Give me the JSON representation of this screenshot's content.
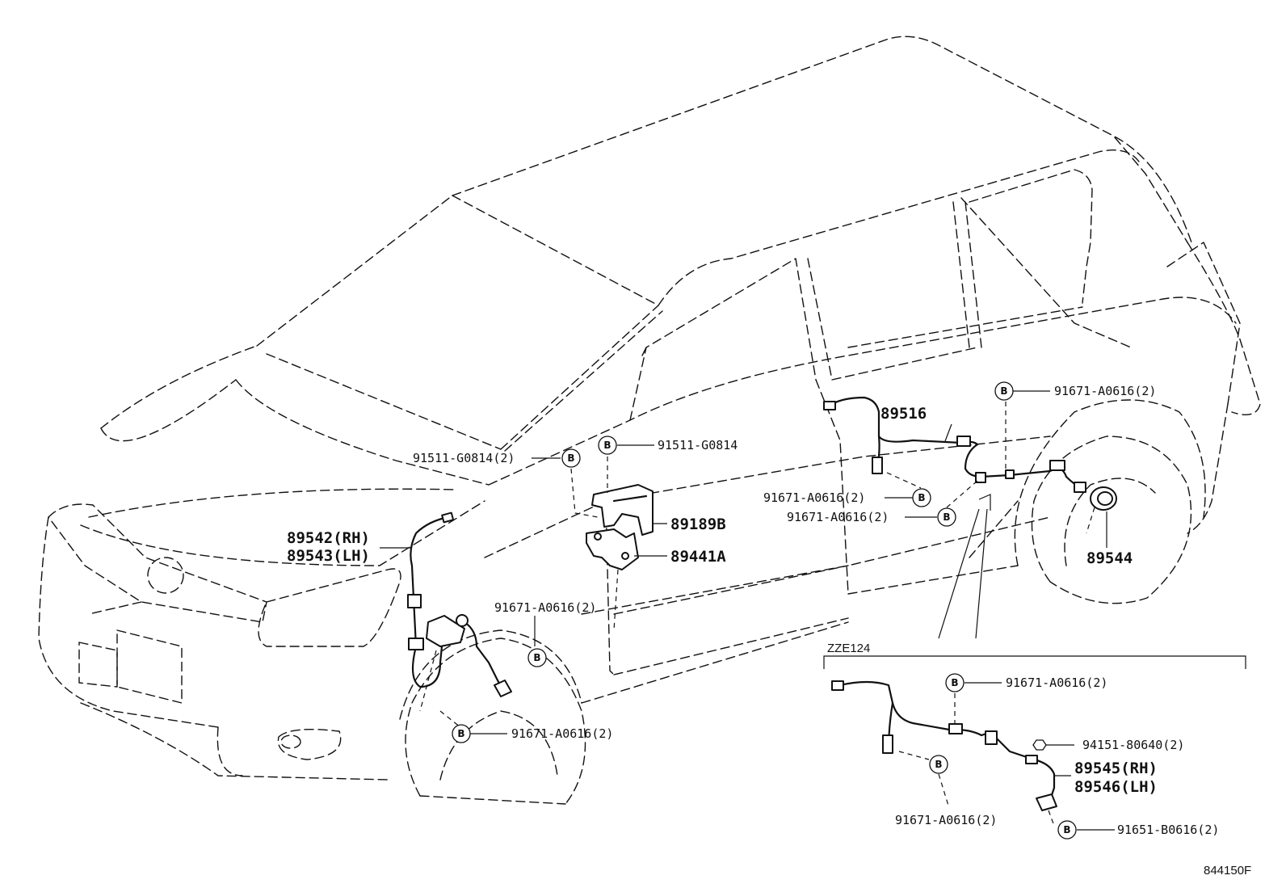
{
  "labels": {
    "p_91511_g0814_2": "91511-G0814(2)",
    "p_91511_g0814": "91511-G0814",
    "p_89189b": "89189B",
    "p_89441a": "89441A",
    "p_89542_rh": "89542(RH)",
    "p_89543_lh": "89543(LH)",
    "p_91671_front_upper": "91671-A0616(2)",
    "p_91671_front_lower": "91671-A0616(2)",
    "p_89516": "89516",
    "p_91671_rear_top": "91671-A0616(2)",
    "p_91671_mid_1": "91671-A0616(2)",
    "p_91671_mid_2": "91671-A0616(2)",
    "p_89544": "89544",
    "zze_label": "ZZE124",
    "zze_91671_top": "91671-A0616(2)",
    "zze_94151": "94151-80640(2)",
    "zze_89545_rh": "89545(RH)",
    "zze_89546_lh": "89546(LH)",
    "zze_91671_bottom": "91671-A0616(2)",
    "zze_91651": "91651-B0616(2)",
    "figure_code": "844150F"
  },
  "bolt_marker": "B"
}
